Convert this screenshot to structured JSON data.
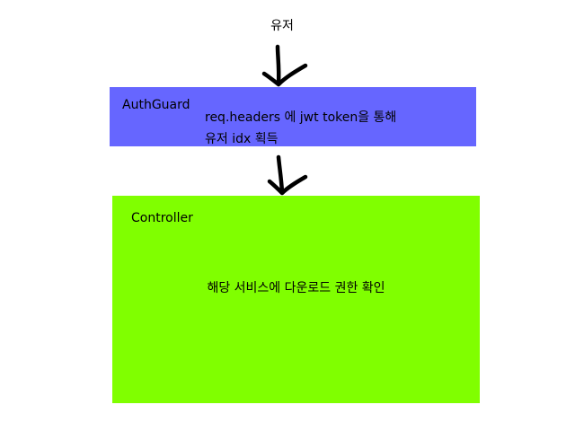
{
  "user": {
    "label": "유저"
  },
  "authguard": {
    "title": "AuthGuard",
    "description": "req.headers 에 jwt token을 통해\n유저 idx 획득",
    "color": "#6666ff"
  },
  "controller": {
    "title": "Controller",
    "description": "해당 서비스에 다운로드 권한 확인",
    "color": "#80ff00"
  }
}
